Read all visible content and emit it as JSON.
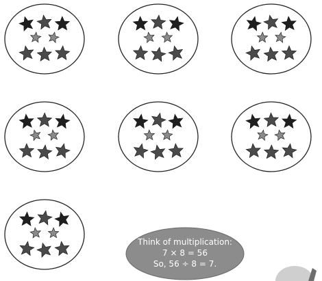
{
  "groups": [
    {
      "id": 1,
      "stars": 8
    },
    {
      "id": 2,
      "stars": 8
    },
    {
      "id": 3,
      "stars": 8
    },
    {
      "id": 4,
      "stars": 8
    },
    {
      "id": 5,
      "stars": 8
    },
    {
      "id": 6,
      "stars": 8
    },
    {
      "id": 7,
      "stars": 8
    }
  ],
  "hint": {
    "line1": "Think of multiplication:",
    "line2": "7 × 8 = 56",
    "line3": "So, 56 ÷ 8 = 7."
  },
  "colors": {
    "star_dark": "#1f1f1f",
    "star_mid": "#4a4a4a",
    "star_light": "#8a8a8a",
    "circle_stroke": "#222222",
    "bubble_fill": "#8c8c8c",
    "bubble_text": "#ffffff"
  }
}
